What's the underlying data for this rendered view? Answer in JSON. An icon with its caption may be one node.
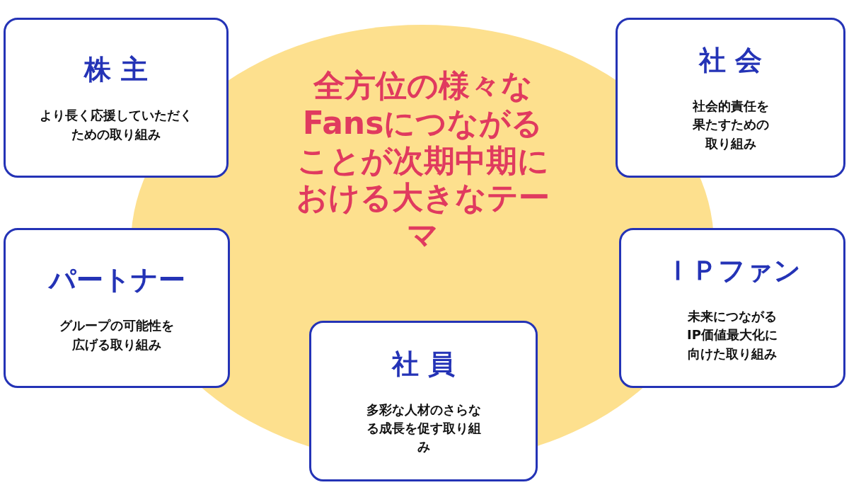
{
  "diagram": {
    "nodes": [
      {
        "text": [
          "全方位の様々なFansにつながることが次期中期における大きなテーマ"
        ]
      },
      {
        "text": [
          "株 主",
          "より長く応援していただくための取り組み"
        ]
      },
      {
        "text": [
          "社 会",
          "社会的責任を果たすための取り組み"
        ]
      },
      {
        "text": [
          "パートナー",
          "グループの可能性を広げる取り組み"
        ]
      },
      {
        "text": [
          "ＩＰファン",
          "未来につながるIP価値最大化に向けた取り組み"
        ]
      },
      {
        "text": [
          "社 員",
          "多彩な人材のさらなる成長を促す取り組み"
        ]
      }
    ],
    "edges": []
  }
}
